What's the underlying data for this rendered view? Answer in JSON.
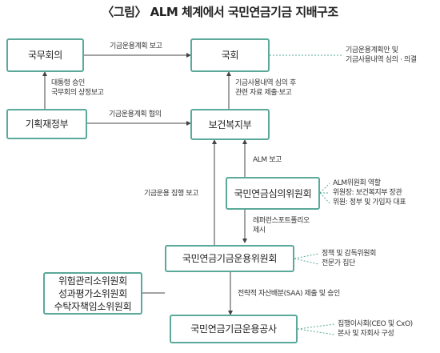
{
  "title": "〈그림〉 ALM 체계에서 국민연금기금 지배구조",
  "nodes": {
    "cabinet": "국무회의",
    "assembly": "국회",
    "moef": "기획재정부",
    "mohw": "보건복지부",
    "deliberation": "국민연금심의위원회",
    "investment": "국민연금기금운용위원회",
    "subcommittees": [
      "위험관리소위원회",
      "성과평가소위원회",
      "수탁자책임소위원회"
    ],
    "nps": "국민연금기금운용공사"
  },
  "edges": {
    "cabinet_to_assembly": "기금운용계획 보고",
    "moef_mohw": "기금운용계획 협의",
    "cabinet_moef": [
      "대통령 승인",
      "국무회의 상정보고"
    ],
    "mohw_assembly": [
      "기금사용내역 심의 후",
      "관련 자료 제출·보고"
    ],
    "deliberation_mohw": "ALM 보고",
    "investment_mohw": "기금운용 집행 보고",
    "deliberation_investment": [
      "레퍼런스포트폴리오",
      "제시"
    ],
    "investment_nps": "전략적 자산배분(SAA) 제출 및 승인"
  },
  "notes": {
    "assembly": [
      "기금운용계획안 및",
      "기금사용내역 심의 · 의결"
    ],
    "deliberation": [
      "ALM위원회 역할",
      "위원장: 보건복지부 장관",
      "위원: 정부 및 가입자 대표"
    ],
    "investment": [
      "정책 및 감독위원회",
      "전문가 집단"
    ],
    "nps": [
      "집행이사회(CEO 및 CxO)",
      "본사 및 자회사 구성"
    ]
  },
  "colors": {
    "box_border": "#5aa99a",
    "arrow": "#444444"
  }
}
